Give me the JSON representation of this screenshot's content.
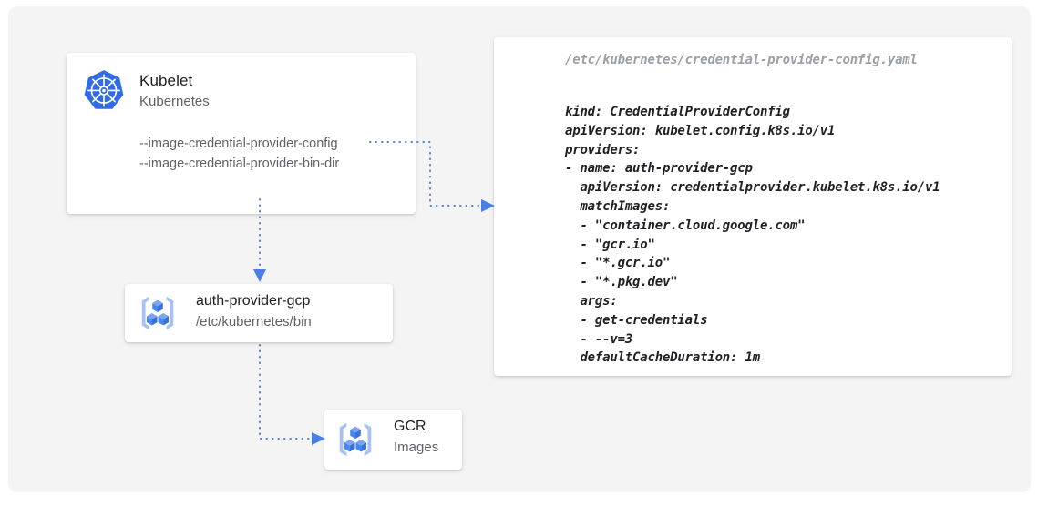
{
  "canvas": {
    "background_color": "#f4f4f4",
    "page_background_color": "#ffffff"
  },
  "colors": {
    "accent_blue": "#4a7fe8",
    "kubernetes_blue": "#326ce5",
    "gcp_icon_blue": "#4285f4",
    "gcp_icon_light_blue": "#a7c0f5",
    "text_primary": "#202124",
    "text_secondary": "#5f6368",
    "text_muted": "#9aa0a6",
    "card_background": "#ffffff"
  },
  "nodes": {
    "kubelet": {
      "icon": "kubernetes-helm-wheel-icon",
      "title": "Kubelet",
      "subtitle": "Kubernetes",
      "flags": [
        "--image-credential-provider-config",
        "--image-credential-provider-bin-dir"
      ]
    },
    "auth_provider": {
      "icon": "gcp-container-registry-icon",
      "title": "auth-provider-gcp",
      "subtitle": "/etc/kubernetes/bin"
    },
    "gcr": {
      "icon": "gcp-container-registry-icon",
      "title": "GCR",
      "subtitle": "Images"
    }
  },
  "yaml_card": {
    "filename": "/etc/kubernetes/credential-provider-config.yaml",
    "content": "kind: CredentialProviderConfig\napiVersion: kubelet.config.k8s.io/v1\nproviders:\n- name: auth-provider-gcp\n  apiVersion: credentialprovider.kubelet.k8s.io/v1\n  matchImages:\n  - \"container.cloud.google.com\"\n  - \"gcr.io\"\n  - \"*.gcr.io\"\n  - \"*.pkg.dev\"\n  args:\n  - get-credentials\n  - --v=3\n  defaultCacheDuration: 1m",
    "lines": [
      "kind: CredentialProviderConfig",
      "apiVersion: kubelet.config.k8s.io/v1",
      "providers:",
      "- name: auth-provider-gcp",
      "  apiVersion: credentialprovider.kubelet.k8s.io/v1",
      "  matchImages:",
      "  - \"container.cloud.google.com\"",
      "  - \"gcr.io\"",
      "  - \"*.gcr.io\"",
      "  - \"*.pkg.dev\"",
      "  args:",
      "  - get-credentials",
      "  - --v=3",
      "  defaultCacheDuration: 1m"
    ]
  },
  "connectors": [
    {
      "name": "kubelet-to-yaml-config",
      "from": "kubelet flag --image-credential-provider-config",
      "to": "credential-provider-config.yaml card",
      "style": "dotted",
      "arrow": true
    },
    {
      "name": "kubelet-to-auth-provider",
      "from": "kubelet card",
      "to": "auth-provider-gcp card",
      "style": "dotted",
      "arrow": true
    },
    {
      "name": "auth-provider-to-gcr",
      "from": "auth-provider-gcp card",
      "to": "GCR card",
      "style": "dotted",
      "arrow": true
    }
  ]
}
